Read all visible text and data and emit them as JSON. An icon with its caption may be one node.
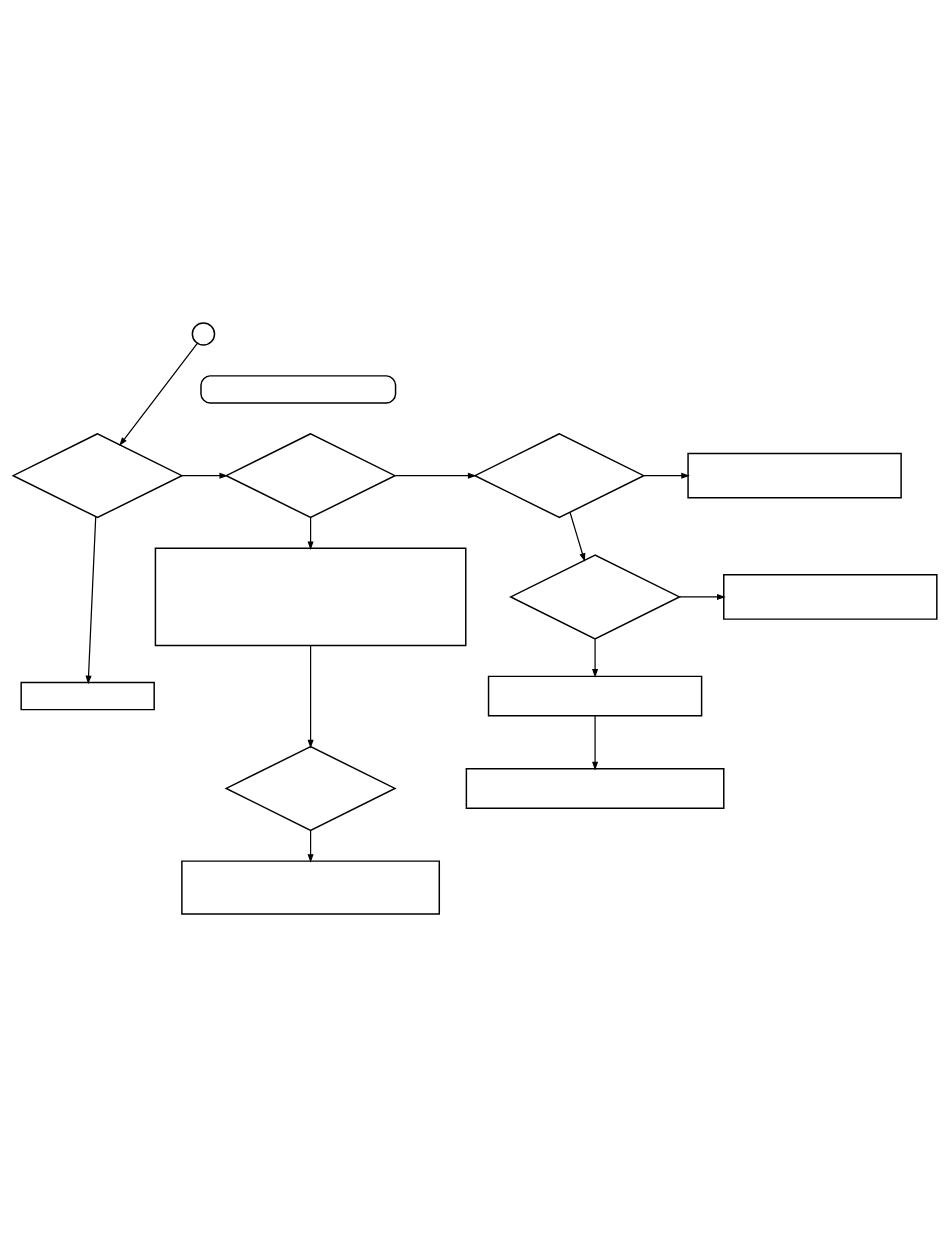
{
  "diagram": {
    "nodes": [
      {
        "text": [],
        "shape": "circle"
      },
      {
        "text": [],
        "shape": "callout"
      },
      {
        "text": [],
        "shape": "diamond"
      },
      {
        "text": [],
        "shape": "diamond"
      },
      {
        "text": [],
        "shape": "diamond"
      },
      {
        "text": [],
        "shape": "box"
      },
      {
        "text": [],
        "shape": "box"
      },
      {
        "text": [],
        "shape": "diamond"
      },
      {
        "text": [],
        "shape": "box"
      },
      {
        "text": [],
        "shape": "box"
      },
      {
        "text": [],
        "shape": "box"
      },
      {
        "text": [],
        "shape": "diamond"
      },
      {
        "text": [],
        "shape": "box"
      },
      {
        "text": [],
        "shape": "box"
      }
    ],
    "edges": [
      {
        "from": 0,
        "to": 2,
        "arrow": "to"
      },
      {
        "from": 2,
        "to": 3,
        "arrow": "to"
      },
      {
        "from": 3,
        "to": 4,
        "arrow": "to"
      },
      {
        "from": 4,
        "to": 5,
        "arrow": "to"
      },
      {
        "from": 3,
        "to": 6,
        "arrow": "to"
      },
      {
        "from": 4,
        "to": 7,
        "arrow": "to"
      },
      {
        "from": 7,
        "to": 8,
        "arrow": "to"
      },
      {
        "from": 2,
        "to": 9,
        "arrow": "to"
      },
      {
        "from": 6,
        "to": 11,
        "arrow": "to"
      },
      {
        "from": 7,
        "to": 10,
        "arrow": "to"
      },
      {
        "from": 10,
        "to": 12,
        "arrow": "to"
      },
      {
        "from": 11,
        "to": 13,
        "arrow": "to"
      }
    ]
  }
}
